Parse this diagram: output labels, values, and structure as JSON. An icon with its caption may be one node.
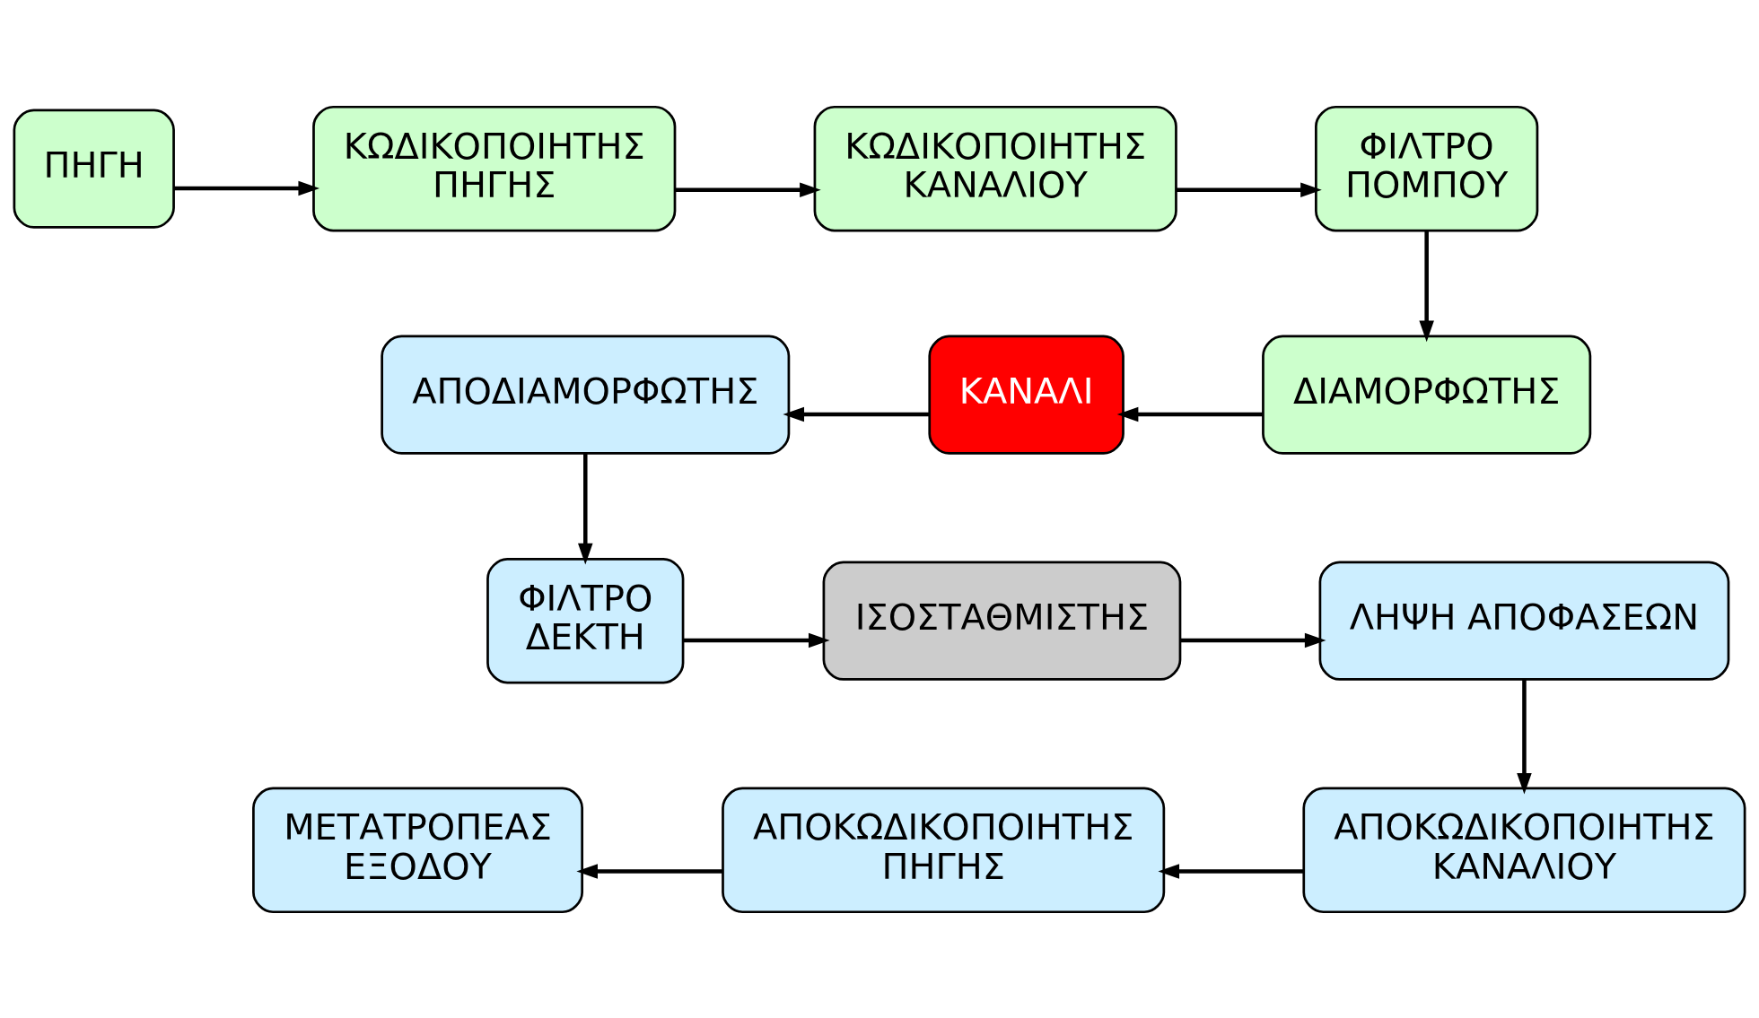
{
  "diagram": {
    "nodes": [
      {
        "text": [
          "ΠΗΓΗ"
        ]
      },
      {
        "text": [
          "ΚΩΔΙΚΟΠΟΙΗΤΗΣ ΠΗΓΗΣ"
        ]
      },
      {
        "text": [
          "ΚΩΔΙΚΟΠΟΙΗΤΗΣ ΚΑΝΑΛΙΟΥ"
        ]
      },
      {
        "text": [
          "ΦΙΛΤΡΟ ΠΟΜΠΟΥ"
        ]
      },
      {
        "text": [
          "ΑΠΟΔΙΑΜΟΡΦΩΤΗΣ"
        ]
      },
      {
        "text": [
          "ΚΑΝΑΛΙ"
        ]
      },
      {
        "text": [
          "ΔΙΑΜΟΡΦΩΤΗΣ"
        ]
      },
      {
        "text": [
          "ΦΙΛΤΡΟ ΔΕΚΤΗ"
        ]
      },
      {
        "text": [
          "ΙΣΟΣΤΑΘΜΙΣΤΗΣ"
        ]
      },
      {
        "text": [
          "ΛΗΨΗ ΑΠΟΦΑΣΕΩΝ"
        ]
      },
      {
        "text": [
          "ΜΕΤΑΤΡΟΠΕΑΣ ΕΞΟΔΟΥ"
        ]
      },
      {
        "text": [
          "ΑΠΟΚΩΔΙΚΟΠΟΙΗΤΗΣ ΠΗΓΗΣ"
        ]
      },
      {
        "text": [
          "ΑΠΟΚΩΔΙΚΟΠΟΙΗΤΗΣ ΚΑΝΑΛΙΟΥ"
        ]
      }
    ],
    "edges": [
      {
        "from": 0,
        "to": 1,
        "arrow": "to"
      },
      {
        "from": 1,
        "to": 2,
        "arrow": "to"
      },
      {
        "from": 2,
        "to": 3,
        "arrow": "to"
      },
      {
        "from": 3,
        "to": 6,
        "arrow": "to"
      },
      {
        "from": 6,
        "to": 5,
        "arrow": "to"
      },
      {
        "from": 5,
        "to": 4,
        "arrow": "to"
      },
      {
        "from": 4,
        "to": 7,
        "arrow": "to"
      },
      {
        "from": 7,
        "to": 8,
        "arrow": "to"
      },
      {
        "from": 8,
        "to": 9,
        "arrow": "to"
      },
      {
        "from": 9,
        "to": 12,
        "arrow": "to"
      },
      {
        "from": 12,
        "to": 11,
        "arrow": "to"
      },
      {
        "from": 11,
        "to": 10,
        "arrow": "to"
      }
    ]
  }
}
